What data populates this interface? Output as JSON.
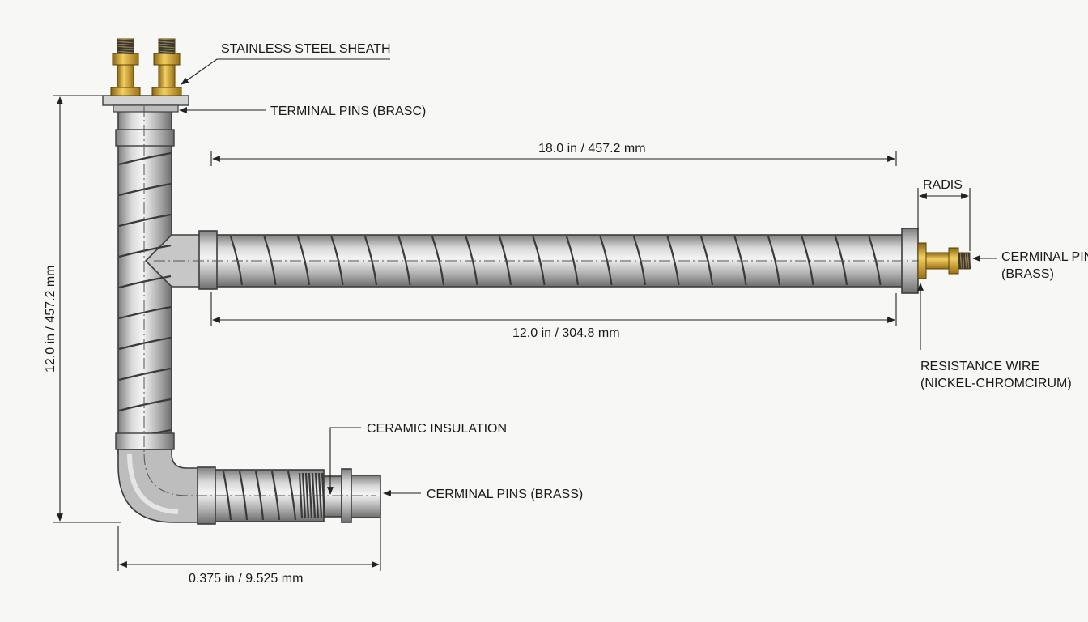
{
  "diagram": {
    "labels": {
      "stainless_steel_sheath": "STAINLESS STEEL SHEATH",
      "terminal_pins_top": "TERMINAL PINS (BRASC)",
      "radis": "RADIS",
      "cerminal_pin_right_line1": "CERMINAL PIN",
      "cerminal_pin_right_line2": "(BRASS)",
      "resistance_wire_line1": "RESISTANCE WIRE",
      "resistance_wire_line2": "(NICKEL-CHROMCIRUM)",
      "ceramic_insulation": "CERAMIC INSULATION",
      "cerminal_pins_bottom": "CERMINAL PINS (BRASS)"
    },
    "dimensions": {
      "top_horizontal": "18.0 in / 457.2 mm",
      "mid_horizontal": "12.0 in / 304.8 mm",
      "vertical": "12.0 in / 457.2 mm",
      "bottom_horizontal": "0.375 in / 9.525 mm"
    },
    "colors": {
      "steel": "#c9c9c9",
      "brass": "#d4a52a",
      "line": "#222222"
    }
  }
}
